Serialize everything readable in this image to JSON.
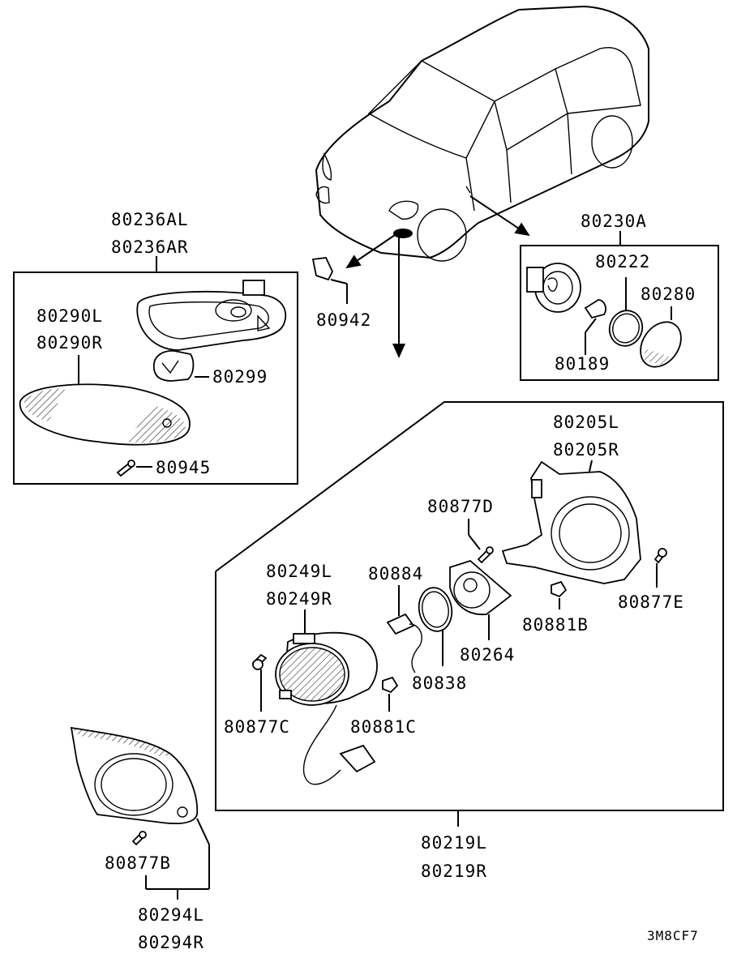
{
  "diagram": {
    "code": "3M8CF7",
    "groups": {
      "side_turn_lamp": {
        "labels": [
          "80236AL",
          "80236AR"
        ]
      },
      "side_marker": {
        "label": "80230A"
      },
      "fog_lamp_assy": {
        "labels": [
          "80219L",
          "80219R"
        ]
      }
    },
    "parts": {
      "p80290L": "80290L",
      "p80290R": "80290R",
      "p80299": "80299",
      "p80945": "80945",
      "p80942": "80942",
      "p80222": "80222",
      "p80280": "80280",
      "p80189": "80189",
      "p80205L": "80205L",
      "p80205R": "80205R",
      "p80877D": "80877D",
      "p80249L": "80249L",
      "p80249R": "80249R",
      "p80884": "80884",
      "p80264": "80264",
      "p80838": "80838",
      "p80881B": "80881B",
      "p80877E": "80877E",
      "p80877C": "80877C",
      "p80881C": "80881C",
      "p80877B": "80877B",
      "p80294L": "80294L",
      "p80294R": "80294R"
    }
  }
}
